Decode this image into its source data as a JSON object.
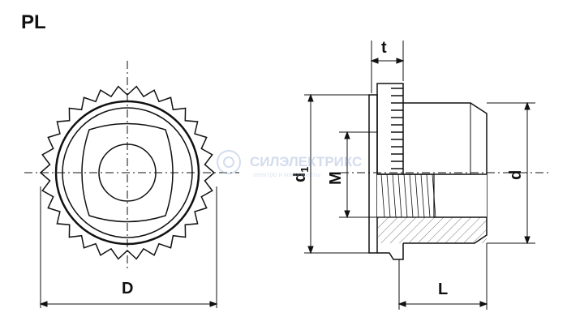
{
  "title": "PL",
  "dimensions": {
    "D": "D",
    "t": "t",
    "d1": "d",
    "d1_sub": "1",
    "M": "M",
    "d": "d",
    "L": "L"
  },
  "watermark": {
    "name": "СИЛЭЛЕКТРИКС",
    "tagline": "электро и компоненты"
  },
  "colors": {
    "line": "#111111",
    "watermark": "#9fb3d9"
  }
}
